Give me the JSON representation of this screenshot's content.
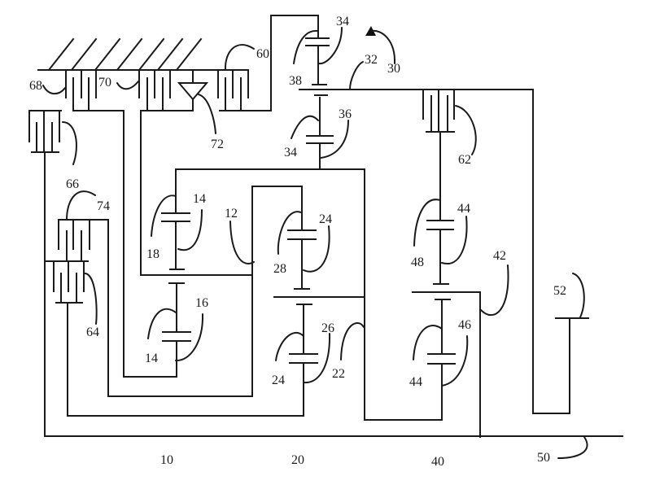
{
  "figure": {
    "type": "transmission-schematic",
    "labels": {
      "l10": "10",
      "l12": "12",
      "l14a": "14",
      "l14b": "14",
      "l16": "16",
      "l18": "18",
      "l20": "20",
      "l22": "22",
      "l24a": "24",
      "l24b": "24",
      "l26": "26",
      "l28": "28",
      "l30": "30",
      "l32": "32",
      "l34a": "34",
      "l34b": "34",
      "l36": "36",
      "l38": "38",
      "l40": "40",
      "l42": "42",
      "l44a": "44",
      "l44b": "44",
      "l46": "46",
      "l48": "48",
      "l50": "50",
      "l52": "52",
      "l60": "60",
      "l62": "62",
      "l64": "64",
      "l66": "66",
      "l68": "68",
      "l70": "70",
      "l72": "72",
      "l74": "74"
    },
    "components": [
      {
        "ref": "10",
        "kind": "planetary-gear-set"
      },
      {
        "ref": "20",
        "kind": "planetary-gear-set"
      },
      {
        "ref": "30",
        "kind": "planetary-gear-set"
      },
      {
        "ref": "40",
        "kind": "planetary-gear-set"
      },
      {
        "ref": "50",
        "kind": "input-shaft"
      },
      {
        "ref": "52",
        "kind": "output-gear"
      },
      {
        "ref": "60",
        "kind": "brake"
      },
      {
        "ref": "62",
        "kind": "clutch"
      },
      {
        "ref": "64",
        "kind": "clutch"
      },
      {
        "ref": "66",
        "kind": "clutch"
      },
      {
        "ref": "68",
        "kind": "brake"
      },
      {
        "ref": "70",
        "kind": "brake"
      },
      {
        "ref": "72",
        "kind": "one-way-clutch"
      },
      {
        "ref": "74",
        "kind": "clutch"
      }
    ]
  }
}
